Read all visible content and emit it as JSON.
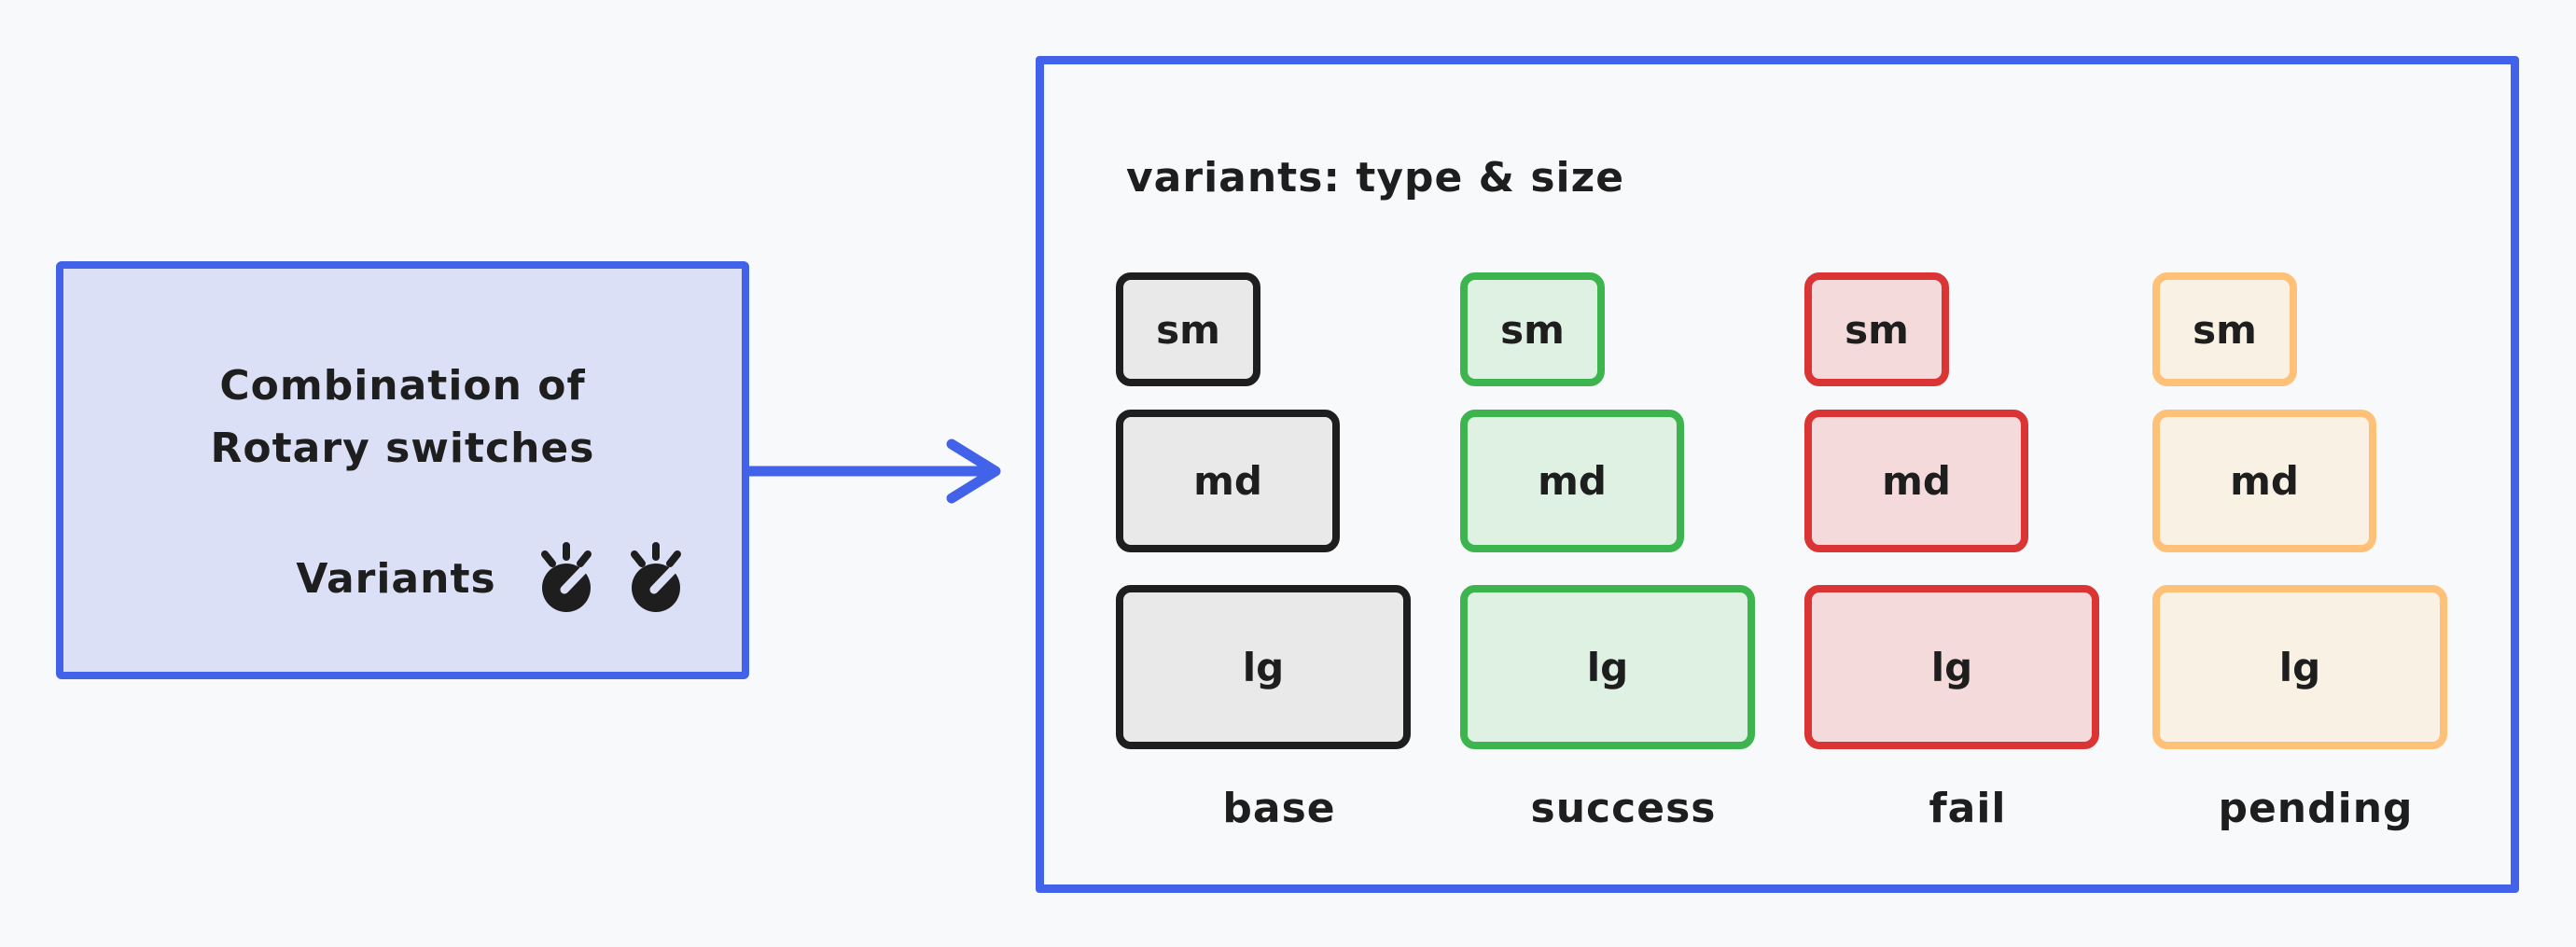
{
  "palette": {
    "page-bg": "#f8f9fb",
    "accent-blue": "#4263e9",
    "ink": "#1e1e1e",
    "left-box-fill": "#dbe0f6",
    "base-border": "#1e1e1e",
    "base-fill": "#e9e9e9",
    "success-border": "#3cb54e",
    "success-fill": "#def1e2",
    "fail-border": "#db3434",
    "fail-fill": "#f5dadb",
    "pending-border": "#ffc078",
    "pending-fill": "#f9f1e4"
  },
  "left_box": {
    "line1": "Combination of",
    "line2": "Rotary switches",
    "variants_label": "Variants",
    "icons": [
      "rotary-knob-icon",
      "rotary-knob-icon"
    ]
  },
  "arrow": {
    "direction": "right",
    "color": "#4263e9"
  },
  "right_panel": {
    "title": "variants: type & size",
    "rows": [
      "sm",
      "md",
      "lg"
    ],
    "columns": [
      {
        "label": "base",
        "border": "#1e1e1e",
        "fill": "#e9e9e9",
        "sizes": [
          {
            "label": "sm"
          },
          {
            "label": "md"
          },
          {
            "label": "lg"
          }
        ]
      },
      {
        "label": "success",
        "border": "#3cb54e",
        "fill": "#def1e2",
        "sizes": [
          {
            "label": "sm"
          },
          {
            "label": "md"
          },
          {
            "label": "lg"
          }
        ]
      },
      {
        "label": "fail",
        "border": "#db3434",
        "fill": "#f5dadb",
        "sizes": [
          {
            "label": "sm"
          },
          {
            "label": "md"
          },
          {
            "label": "lg"
          }
        ]
      },
      {
        "label": "pending",
        "border": "#ffc078",
        "fill": "#f9f1e4",
        "sizes": [
          {
            "label": "sm"
          },
          {
            "label": "md"
          },
          {
            "label": "lg"
          }
        ]
      }
    ]
  }
}
